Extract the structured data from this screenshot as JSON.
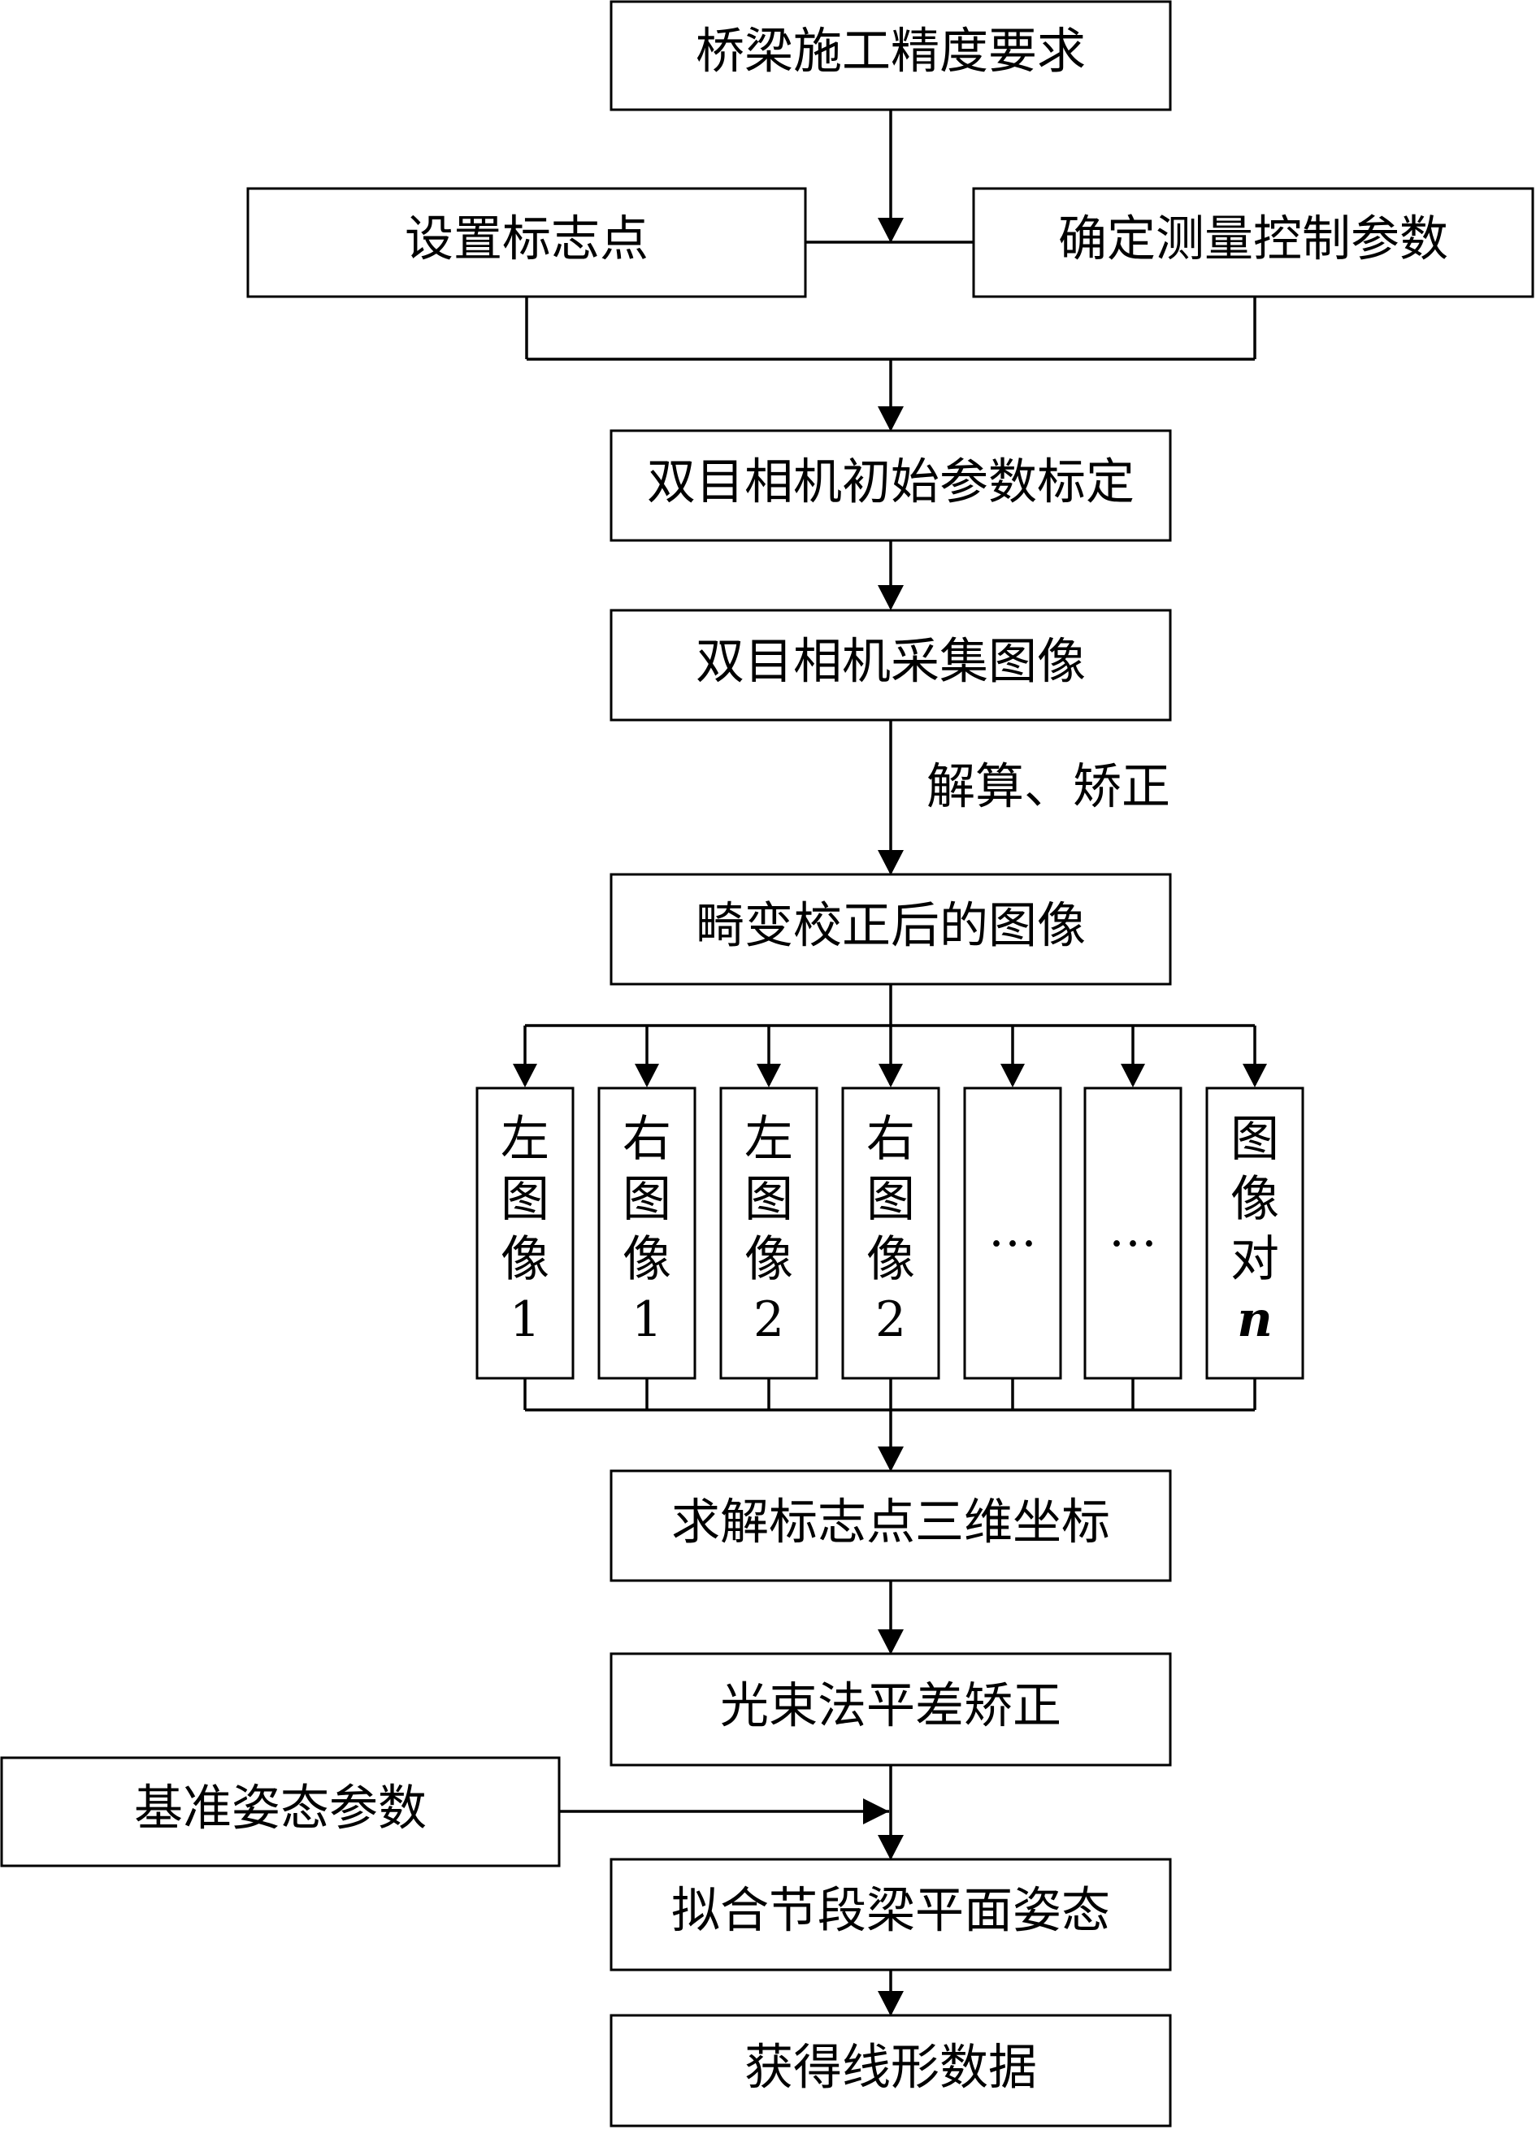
{
  "nodes": {
    "precision": "桥梁施工精度要求",
    "markers": "设置标志点",
    "control_params": "确定测量控制参数",
    "calibration": "双目相机初始参数标定",
    "capture": "双目相机采集图像",
    "corrected": "畸变校正后的图像",
    "solve_3d": "求解标志点三维坐标",
    "bundle_adjust": "光束法平差矫正",
    "reference_attitude": "基准姿态参数",
    "fit_attitude": "拟合节段梁平面姿态",
    "linear_data": "获得线形数据"
  },
  "edge_labels": {
    "solve_rectify": "解算、矫正"
  },
  "image_pairs": [
    {
      "chars": [
        "左",
        "图",
        "像",
        "1"
      ]
    },
    {
      "chars": [
        "右",
        "图",
        "像",
        "1"
      ]
    },
    {
      "chars": [
        "左",
        "图",
        "像",
        "2"
      ]
    },
    {
      "chars": [
        "右",
        "图",
        "像",
        "2"
      ]
    },
    {
      "chars": [
        "…"
      ]
    },
    {
      "chars": [
        "…"
      ]
    },
    {
      "chars": [
        "图",
        "像",
        "对",
        "n"
      ]
    }
  ]
}
